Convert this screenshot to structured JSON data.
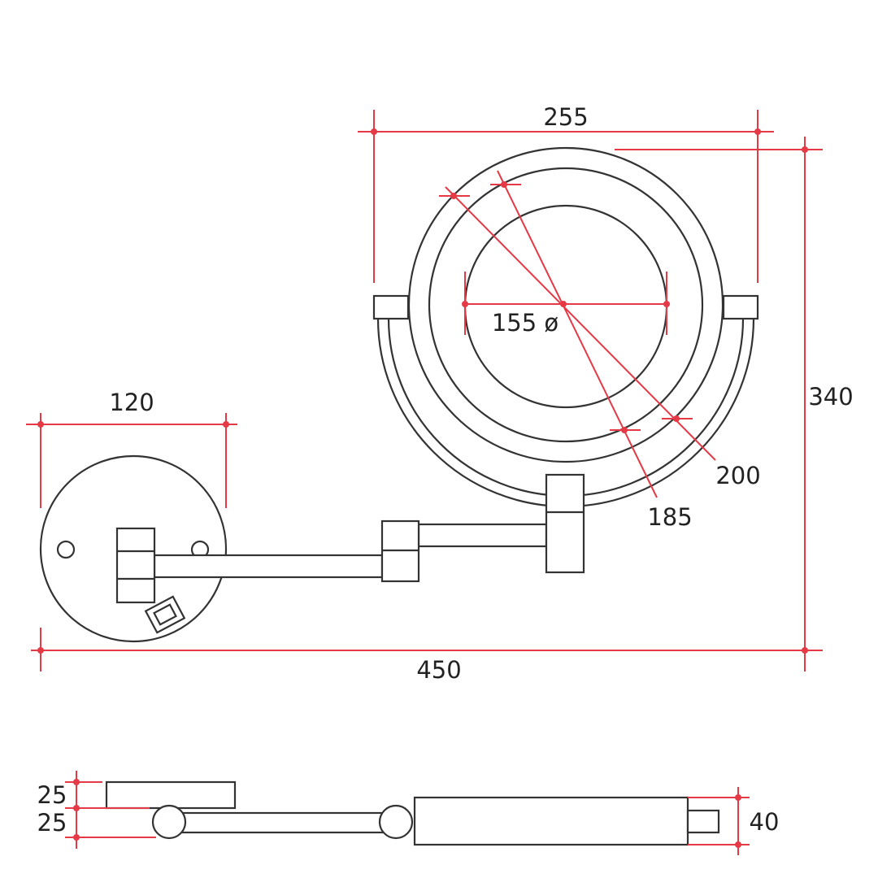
{
  "drawing": {
    "dimensions": {
      "mirror_width": "255",
      "overall_height": "340",
      "base_diameter": "120",
      "overall_length": "450",
      "inner_diameter": "155 ø",
      "outer_diameter": "200",
      "middle_diameter": "185",
      "base_depth_top": "25",
      "base_depth_bottom": "25",
      "mirror_depth": "40"
    },
    "colors": {
      "outline": "#333333",
      "dimension": "#e63946",
      "background": "#ffffff"
    }
  }
}
